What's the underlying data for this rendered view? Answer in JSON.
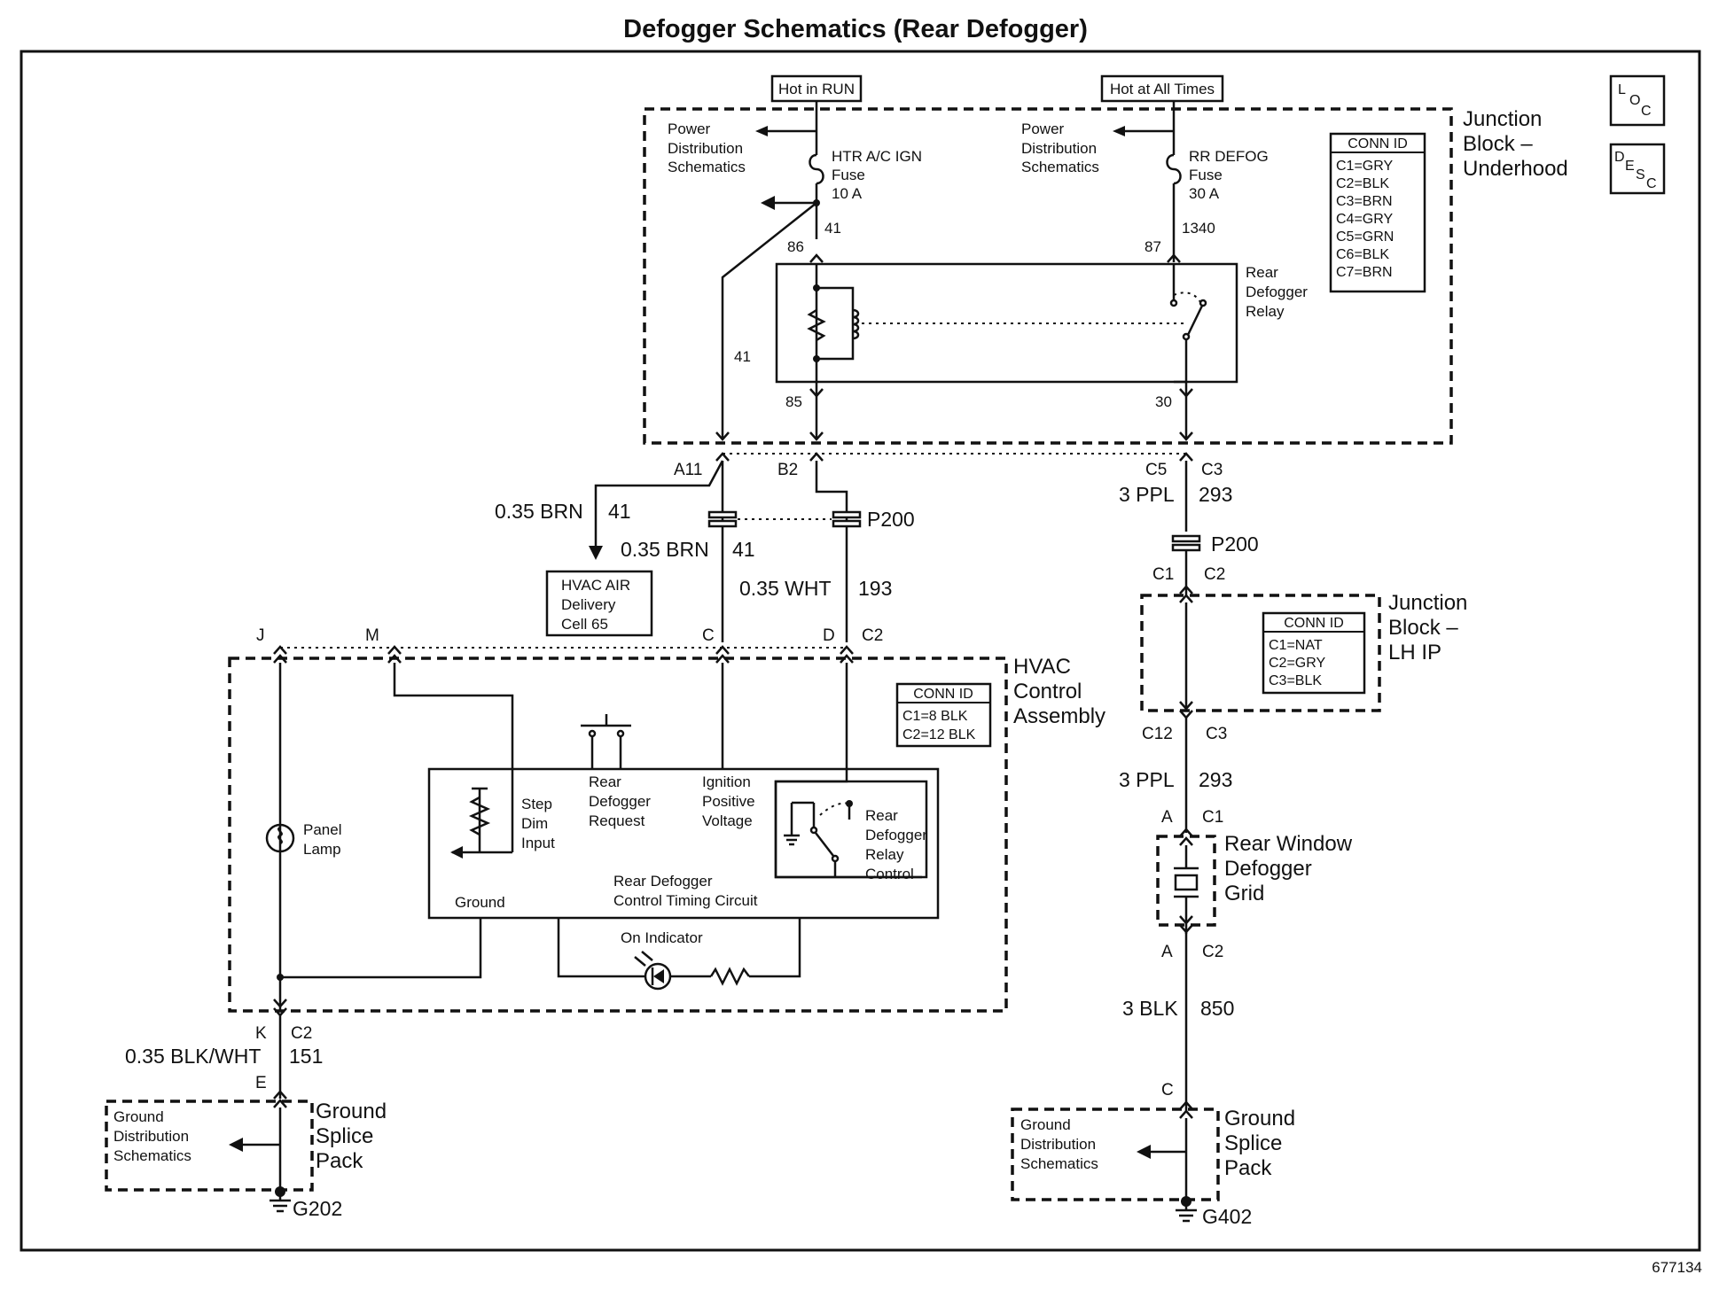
{
  "title": "Defogger Schematics (Rear Defogger)",
  "figure_number": "677134",
  "icons": {
    "loc": "LOC",
    "desc": "DESC"
  },
  "power_labels": {
    "hot_in_run": "Hot in RUN",
    "hot_at_all_times": "Hot at All Times"
  },
  "junction_block_underhood": {
    "label": [
      "Junction",
      "Block –",
      "Underhood"
    ],
    "pds_left": [
      "Power",
      "Distribution",
      "Schematics"
    ],
    "pds_right": [
      "Power",
      "Distribution",
      "Schematics"
    ],
    "fuse_left": [
      "HTR A/C IGN",
      "Fuse",
      "10 A"
    ],
    "fuse_right": [
      "RR DEFOG",
      "Fuse",
      "30 A"
    ],
    "conn_title": "CONN ID",
    "conn_ids": [
      "C1=GRY",
      "C2=BLK",
      "C3=BRN",
      "C4=GRY",
      "C5=GRN",
      "C6=BLK",
      "C7=BRN"
    ],
    "relay_label": [
      "Rear",
      "Defogger",
      "Relay"
    ],
    "circuit_41": "41",
    "circuit_1340": "1340",
    "pin_86": "86",
    "pin_87": "87",
    "pin_85": "85",
    "pin_30": "30"
  },
  "connectors": {
    "a11": "A11",
    "b2": "B2",
    "c5": "C5",
    "c3": "C3",
    "p200_left": "P200",
    "p200_right": "P200",
    "c1_a": "C1",
    "c2_a": "C2",
    "c12": "C12",
    "c3_b": "C3",
    "a_1": "A",
    "c1_b": "C1",
    "a_2": "A",
    "c2_b": "C2",
    "c_ground": "C",
    "j": "J",
    "m": "M",
    "c_pin": "C",
    "d_pin": "D",
    "c2_hvac": "C2",
    "k": "K",
    "c2_k": "C2",
    "e": "E"
  },
  "wires": {
    "brn_041_gauge": "0.35 BRN",
    "brn_041_circuit": "41",
    "brn_041b_gauge": "0.35 BRN",
    "brn_041b_circuit": "41",
    "wht_193_gauge": "0.35 WHT",
    "wht_193_circuit": "193",
    "ppl_293_gauge": "3 PPL",
    "ppl_293_circuit": "293",
    "ppl_293b_gauge": "3 PPL",
    "ppl_293b_circuit": "293",
    "blk_850_gauge": "3 BLK",
    "blk_850_circuit": "850",
    "blkwht_151_gauge": "0.35 BLK/WHT",
    "blkwht_151_circuit": "151"
  },
  "hvac_air_delivery": [
    "HVAC AIR",
    "Delivery",
    "Cell 65"
  ],
  "hvac_control": {
    "label": [
      "HVAC",
      "Control",
      "Assembly"
    ],
    "conn_title": "CONN ID",
    "conn_ids": [
      "C1=8 BLK",
      "C2=12 BLK"
    ],
    "panel_lamp": [
      "Panel",
      "Lamp"
    ],
    "step_dim": [
      "Step",
      "Dim",
      "Input"
    ],
    "rear_defogger_request": [
      "Rear",
      "Defogger",
      "Request"
    ],
    "ignition_positive": [
      "Ignition",
      "Positive",
      "Voltage"
    ],
    "relay_control": [
      "Rear",
      "Defogger",
      "Relay",
      "Control"
    ],
    "timing_circuit": [
      "Rear Defogger",
      "Control Timing Circuit"
    ],
    "ground": "Ground",
    "on_indicator": "On Indicator"
  },
  "junction_block_lh_ip": {
    "label": [
      "Junction",
      "Block –",
      "LH IP"
    ],
    "conn_title": "CONN ID",
    "conn_ids": [
      "C1=NAT",
      "C2=GRY",
      "C3=BLK"
    ]
  },
  "rear_window_grid": [
    "Rear Window",
    "Defogger",
    "Grid"
  ],
  "ground_left": {
    "gds": [
      "Ground",
      "Distribution",
      "Schematics"
    ],
    "splice": [
      "Ground",
      "Splice",
      "Pack"
    ],
    "ground_id": "G202"
  },
  "ground_right": {
    "gds": [
      "Ground",
      "Distribution",
      "Schematics"
    ],
    "splice": [
      "Ground",
      "Splice",
      "Pack"
    ],
    "ground_id": "G402"
  }
}
